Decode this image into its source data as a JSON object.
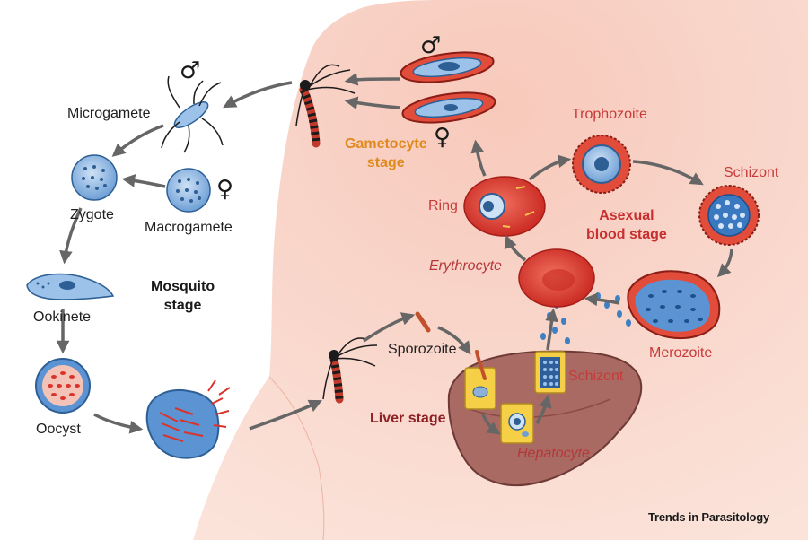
{
  "labels": {
    "microgamete": "Microgamete",
    "macrogamete": "Macrogamete",
    "zygote": "Zygote",
    "ookinete": "Ookinete",
    "oocyst": "Oocyst",
    "mosquito_stage": [
      "Mosquito",
      "stage"
    ],
    "gametocyte_stage": [
      "Gametocyte",
      "stage"
    ],
    "trophozoite": "Trophozoite",
    "schizont_blood": "Schizont",
    "ring": "Ring",
    "asexual_blood_stage": [
      "Asexual",
      "blood stage"
    ],
    "erythrocyte": "Erythrocyte",
    "merozoite": "Merozoite",
    "sporozoite": "Sporozoite",
    "schizont_liver": "Schizont",
    "liver_stage": "Liver stage",
    "hepatocyte": "Hepatocyte"
  },
  "symbols": {
    "male": "♂",
    "female": "♀"
  },
  "credit": "Trends in Parasitology",
  "colors": {
    "skin": "#f6cfc2",
    "parasite_blue": "#3f7fc4",
    "cell_red": "#d9342b",
    "liver": "#a3605a",
    "arrow": "#6b6b6b"
  }
}
